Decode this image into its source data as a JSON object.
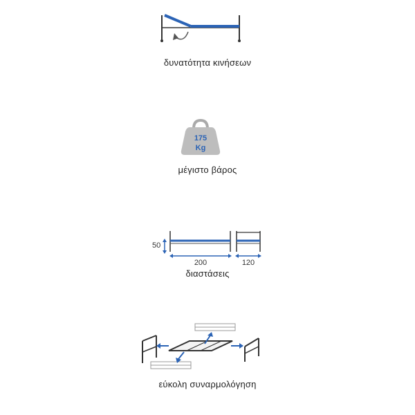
{
  "features": [
    {
      "caption": "δυνατότητα κινήσεων",
      "icon": "adjustable-bed-icon"
    },
    {
      "caption": "μέγιστο βάρος",
      "icon": "weight-icon",
      "weight_value": "175",
      "weight_unit": "Kg"
    },
    {
      "caption": "διαστάσεις",
      "icon": "dimensions-icon",
      "height": "50",
      "length": "200",
      "width": "120"
    },
    {
      "caption": "εύκολη συναρμολόγηση",
      "icon": "assembly-icon"
    }
  ],
  "colors": {
    "accent": "#2b63b5",
    "frame": "#333333",
    "weight_body": "#bdbdbd"
  }
}
